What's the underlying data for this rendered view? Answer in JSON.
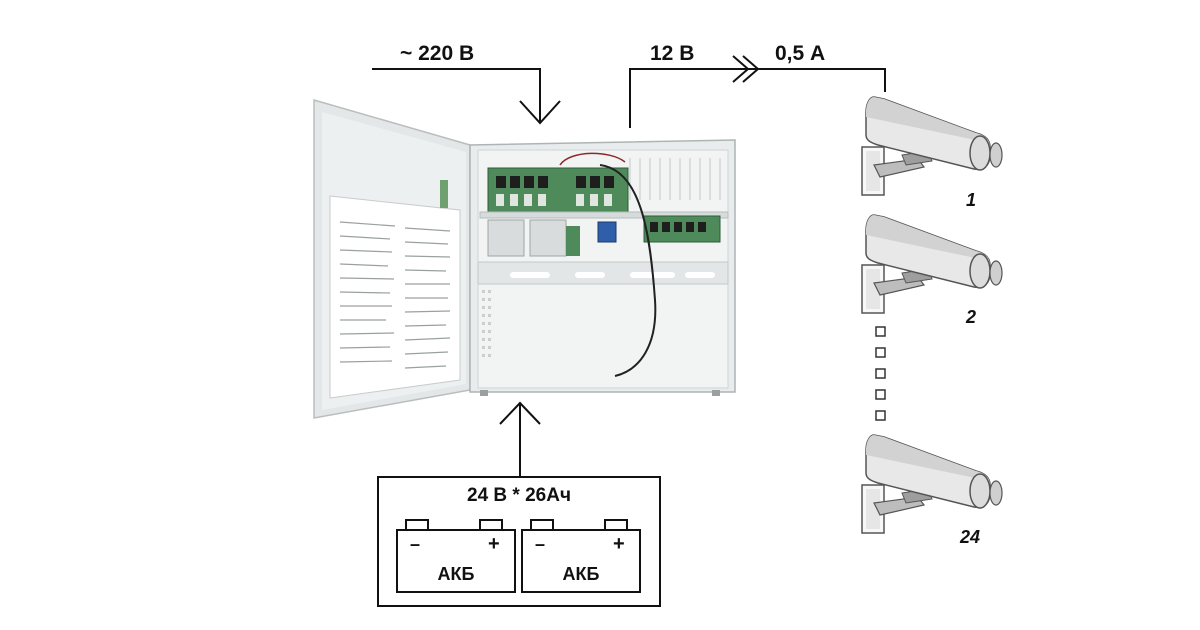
{
  "labels": {
    "mains_input": "~ 220 В",
    "output_voltage": "12 В",
    "output_current": "0,5 А",
    "battery_spec": "24 В * 26Ач"
  },
  "batteries": [
    {
      "label": "АКБ",
      "minus": "–",
      "plus": "+"
    },
    {
      "label": "АКБ",
      "minus": "–",
      "plus": "+"
    }
  ],
  "cameras": [
    {
      "number": "1"
    },
    {
      "number": "2"
    },
    {
      "number": "24"
    }
  ],
  "colors": {
    "line": "#111111",
    "cabinet": "#e9ecec",
    "board": "#4f8a5a"
  }
}
